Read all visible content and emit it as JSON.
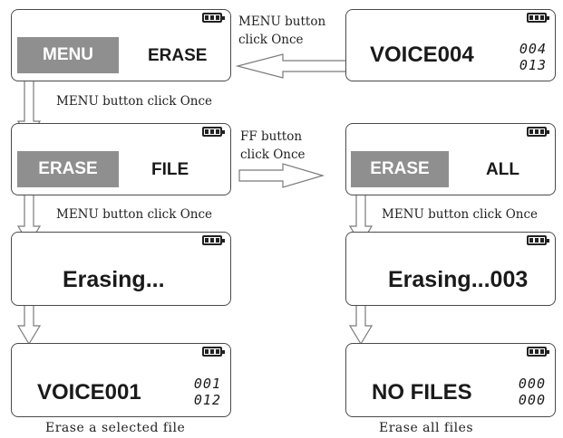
{
  "screens": {
    "menu_erase": {
      "highlight": "MENU",
      "option": "ERASE"
    },
    "voice004": {
      "title": "VOICE004",
      "counter_top": "004",
      "counter_bottom": "013"
    },
    "erase_file": {
      "highlight": "ERASE",
      "option": "FILE"
    },
    "erase_all": {
      "highlight": "ERASE",
      "option": "ALL"
    },
    "erasing_left": {
      "text": "Erasing..."
    },
    "erasing_right": {
      "text": "Erasing...003"
    },
    "voice001": {
      "title": "VOICE001",
      "counter_top": "001",
      "counter_bottom": "012"
    },
    "no_files": {
      "title": "NO FILES",
      "counter_top": "000",
      "counter_bottom": "000"
    }
  },
  "captions": {
    "top_menu_line1": "MENU button",
    "top_menu_line2": "click Once",
    "menu_once_1": "MENU button click Once",
    "ff_line1": "FF button",
    "ff_line2": "click Once",
    "menu_once_left": "MENU button click Once",
    "menu_once_right": "MENU button click Once"
  },
  "footer": {
    "left": "Erase a selected file",
    "right": "Erase all files"
  },
  "colors": {
    "highlight_bg": "#8f8f8f",
    "arrow_fill": "#ffffff",
    "arrow_stroke": "#7a7a7a",
    "frame": "#4a4a4a"
  },
  "icons": [
    "battery-icon"
  ]
}
